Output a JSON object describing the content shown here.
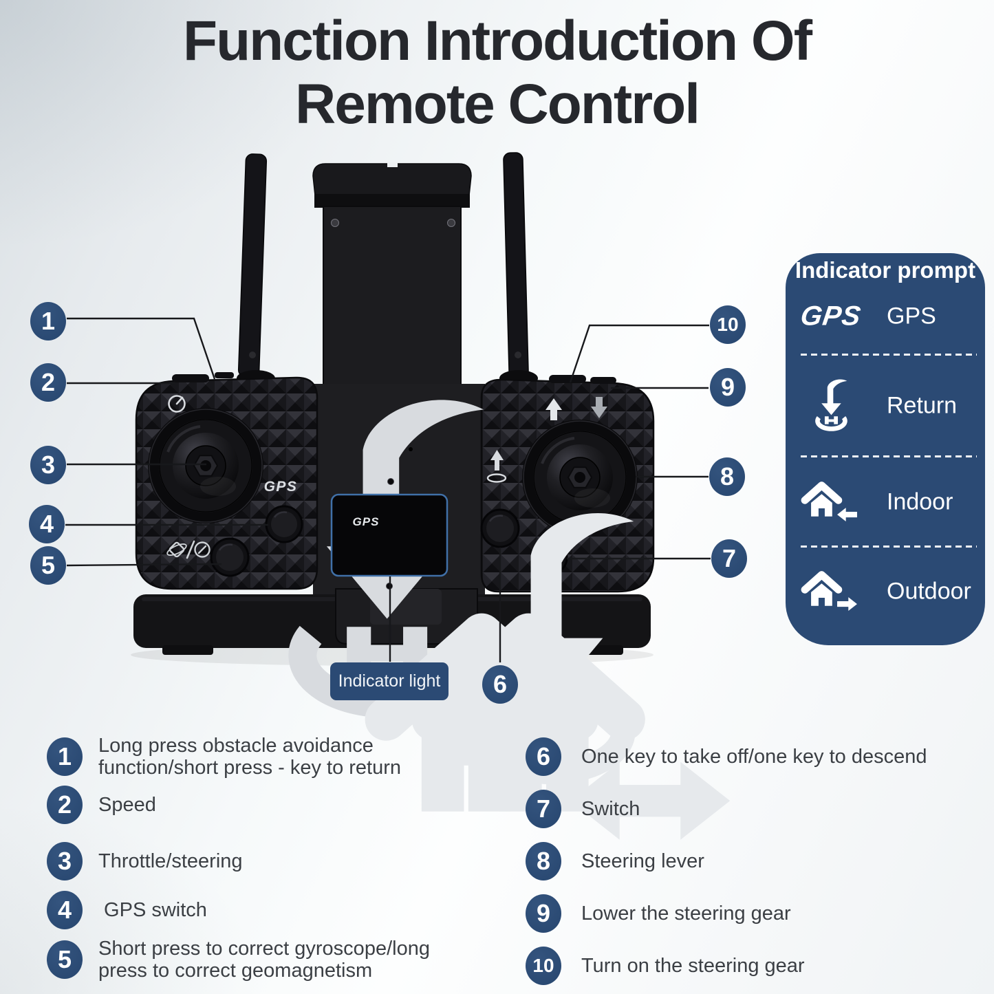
{
  "title": {
    "line1": "Function Introduction Of",
    "line2": "Remote Control"
  },
  "colors": {
    "navy": "#2b4a74",
    "title_text": "#26282d",
    "body_text": "#3b3f44",
    "screen_border": "#4070a8",
    "callout_line": "#17181b"
  },
  "callouts": [
    "1",
    "2",
    "3",
    "4",
    "5",
    "6",
    "7",
    "8",
    "9",
    "10"
  ],
  "indicator_light_label": "Indicator light",
  "indicator_panel": {
    "title": "Indicator prompt",
    "rows": [
      {
        "icon": "gps-logo-icon",
        "logo_text": "GPS",
        "label": "GPS"
      },
      {
        "icon": "return-home-icon",
        "label": "Return"
      },
      {
        "icon": "home-indoor-icon",
        "label": "Indoor"
      },
      {
        "icon": "home-outdoor-icon",
        "label": "Outdoor"
      }
    ]
  },
  "remote": {
    "pad_print_gps": "GPS",
    "screen_gps": "GPS",
    "icons": [
      "speed-dial-icon",
      "return-home-icon",
      "gyro-compass-icon",
      "takeoff-landing-icon",
      "up-arrow-icon",
      "down-arrow-icon",
      "power-icon"
    ]
  },
  "legend": {
    "left": [
      {
        "n": "1",
        "lines": [
          "Long press obstacle avoidance",
          "function/short press - key to return"
        ]
      },
      {
        "n": "2",
        "lines": [
          "Speed"
        ]
      },
      {
        "n": "3",
        "lines": [
          "Throttle/steering"
        ]
      },
      {
        "n": "4",
        "lines": [
          " GPS switch"
        ]
      },
      {
        "n": "5",
        "lines": [
          "Short press to correct gyroscope/long",
          "press to correct geomagnetism"
        ]
      }
    ],
    "right": [
      {
        "n": "6",
        "lines": [
          "One key to take off/one key to descend"
        ]
      },
      {
        "n": "7",
        "lines": [
          "Switch"
        ]
      },
      {
        "n": "8",
        "lines": [
          "Steering lever"
        ]
      },
      {
        "n": "9",
        "lines": [
          "Lower the steering gear"
        ]
      },
      {
        "n": "10",
        "lines": [
          "Turn on the steering gear"
        ]
      }
    ]
  }
}
